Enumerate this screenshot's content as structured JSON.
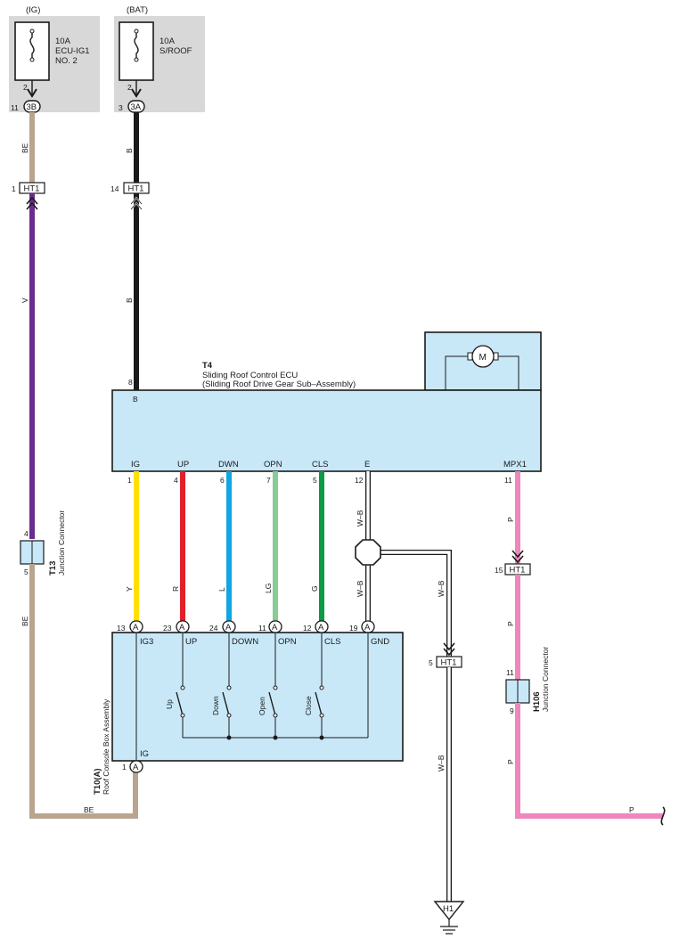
{
  "fuses": {
    "ig": {
      "source": "(IG)",
      "rating": "10A",
      "name_line1": "ECU-IG1",
      "name_line2": "NO. 2",
      "pin": "2",
      "conn_pin": "11",
      "conn": "3B"
    },
    "bat": {
      "source": "(BAT)",
      "rating": "10A",
      "name_line1": "S/ROOF",
      "pin": "2",
      "conn_pin": "3",
      "conn": "3A"
    }
  },
  "colors": {
    "beige": "#b9a58f",
    "purple": "#6a2c91",
    "black": "#1a1a1a",
    "yellow": "#ffe000",
    "red": "#e3202a",
    "blue": "#12a5e0",
    "lightgreen": "#86cc94",
    "green": "#0b9a45",
    "pink": "#ef86bd",
    "ecu_fill": "#c8e8f8",
    "gray_box": "#d8d8d8"
  },
  "wires": {
    "ig_top": "BE",
    "ig_mid": "V",
    "ig_low": "BE",
    "ig_bottom": "BE",
    "bat_top": "B",
    "bat_mid": "B",
    "y": "Y",
    "r": "R",
    "l": "L",
    "lg": "LG",
    "g": "G",
    "e_upper": "W–B",
    "e_lower": "W–B",
    "gnd_upper": "W–B",
    "gnd_lower": "W–B",
    "p_upper": "P",
    "p_mid": "P",
    "p_lower": "P",
    "p_bottom": "P"
  },
  "connectors": {
    "ht1_ig": {
      "label": "HT1",
      "pin": "1"
    },
    "ht1_bat": {
      "label": "HT1",
      "pin": "14"
    },
    "ht1_p": {
      "label": "HT1",
      "pin": "15"
    },
    "ht1_gnd": {
      "label": "HT1",
      "pin": "5"
    },
    "t13": {
      "id": "T13",
      "desc": "Junction Connector",
      "pin_in": "4",
      "pin_out": "5"
    },
    "h106": {
      "id": "H106",
      "desc": "Junction Connector",
      "pin_in": "11",
      "pin_out": "9"
    },
    "h1": {
      "label": "H1"
    }
  },
  "ecu": {
    "id": "T4",
    "title": "Sliding Roof Control ECU",
    "subtitle": "(Sliding Roof Drive Gear Sub–Assembly)",
    "motor": "M",
    "b_pin": "8",
    "b_label": "B",
    "pins": [
      {
        "label": "IG",
        "num": "1"
      },
      {
        "label": "UP",
        "num": "4"
      },
      {
        "label": "DWN",
        "num": "6"
      },
      {
        "label": "OPN",
        "num": "7"
      },
      {
        "label": "CLS",
        "num": "5"
      },
      {
        "label": "E",
        "num": "12"
      },
      {
        "label": "MPX1",
        "num": "11"
      }
    ]
  },
  "console": {
    "id": "T10(A)",
    "desc": "Roof Console Box Assembly",
    "conn": "A",
    "pins": [
      {
        "label": "IG3",
        "num": "13"
      },
      {
        "label": "UP",
        "num": "23"
      },
      {
        "label": "DOWN",
        "num": "24"
      },
      {
        "label": "OPN",
        "num": "11"
      },
      {
        "label": "CLS",
        "num": "12"
      },
      {
        "label": "GND",
        "num": "19"
      }
    ],
    "switches": [
      "Up",
      "Down",
      "Open",
      "Close"
    ],
    "ig_label": "IG",
    "ig_pin": "1"
  }
}
